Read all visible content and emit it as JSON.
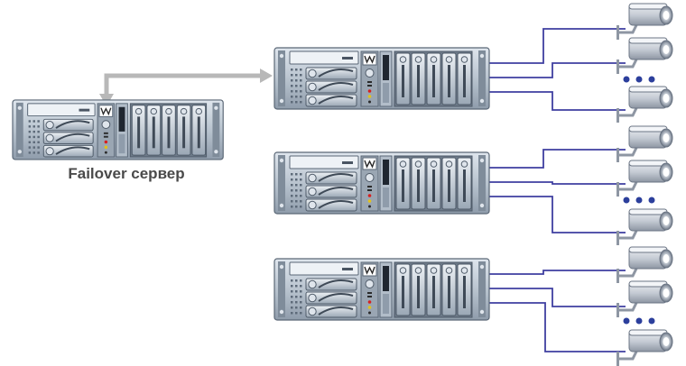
{
  "labels": {
    "failover_server": "Failover сервер"
  },
  "colors": {
    "cable": "#3f3fa0",
    "failover_link": "#b8b8b8",
    "dots": "#2c3f9c",
    "chassis": "#b9c4cf",
    "chassis_dark": "#6f7d8c",
    "camera_body": "#c9ced6"
  },
  "icons": [
    "server-icon",
    "camera-icon",
    "arrow-icon",
    "ellipsis-icon"
  ],
  "servers": [
    {
      "role": "failover"
    },
    {
      "role": "recording"
    },
    {
      "role": "recording"
    },
    {
      "role": "recording"
    }
  ],
  "camera_groups": [
    {
      "cameras_shown": 3,
      "more": true
    },
    {
      "cameras_shown": 3,
      "more": true
    },
    {
      "cameras_shown": 3,
      "more": true
    }
  ]
}
